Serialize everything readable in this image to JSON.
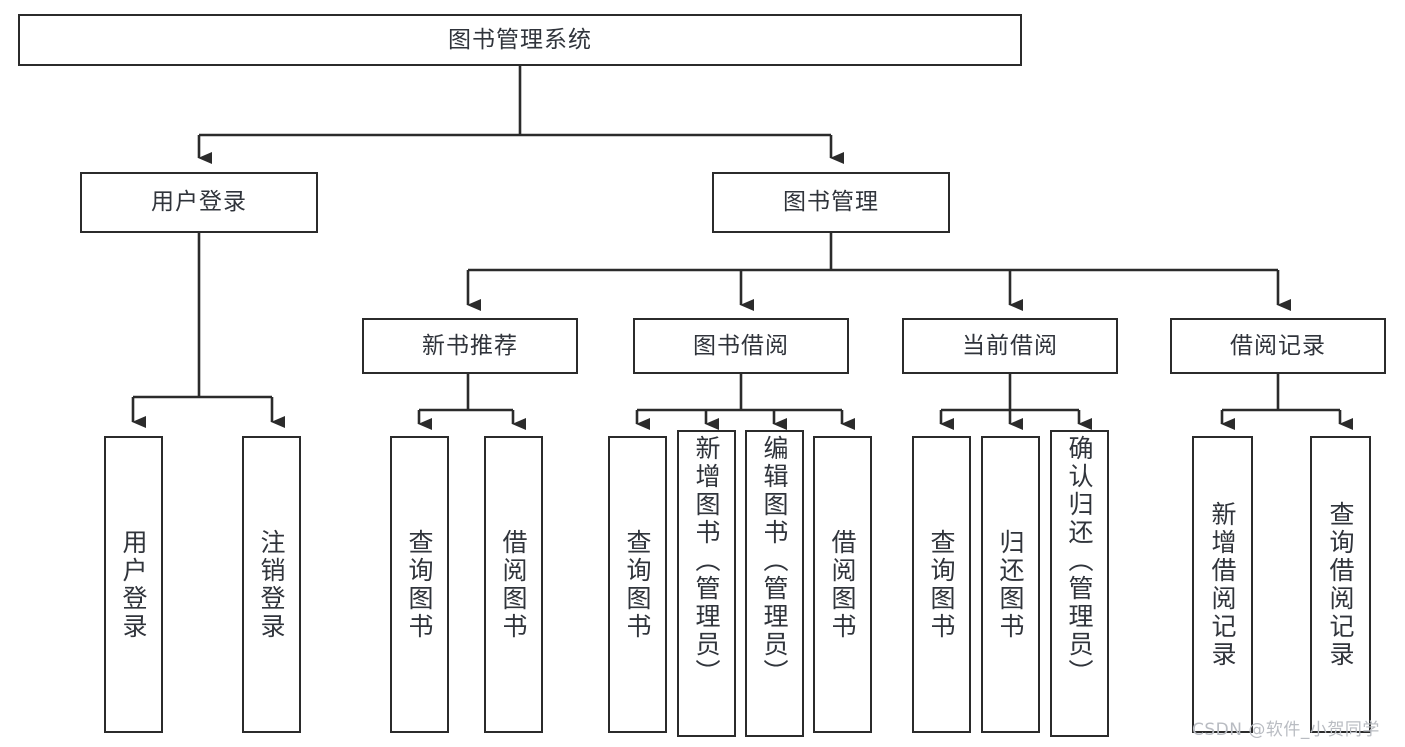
{
  "diagram": {
    "title": "图书管理系统",
    "type": "hierarchy-tree",
    "root": {
      "label": "图书管理系统"
    },
    "level1": [
      {
        "label": "用户登录"
      },
      {
        "label": "图书管理"
      }
    ],
    "level2": [
      {
        "label": "新书推荐"
      },
      {
        "label": "图书借阅"
      },
      {
        "label": "当前借阅"
      },
      {
        "label": "借阅记录"
      }
    ],
    "leaves": {
      "user_login": [
        {
          "label": "用户登录"
        },
        {
          "label": "注销登录"
        }
      ],
      "new_book": [
        {
          "label": "查询图书"
        },
        {
          "label": "借阅图书"
        }
      ],
      "book_borrow": [
        {
          "label": "查询图书"
        },
        {
          "label": "新增图书（管理员）"
        },
        {
          "label": "编辑图书（管理员）"
        },
        {
          "label": "借阅图书"
        }
      ],
      "current_borrow": [
        {
          "label": "查询图书"
        },
        {
          "label": "归还图书"
        },
        {
          "label": "确认归还（管理员）"
        }
      ],
      "borrow_record": [
        {
          "label": "新增借阅记录"
        },
        {
          "label": "查询借阅记录"
        }
      ]
    }
  },
  "watermark": {
    "text": "CSDN @软件_小贺同学"
  },
  "colors": {
    "border": "#2b2b2b",
    "text": "#30343b",
    "background": "#ffffff",
    "watermark": "#b9bcc2"
  }
}
